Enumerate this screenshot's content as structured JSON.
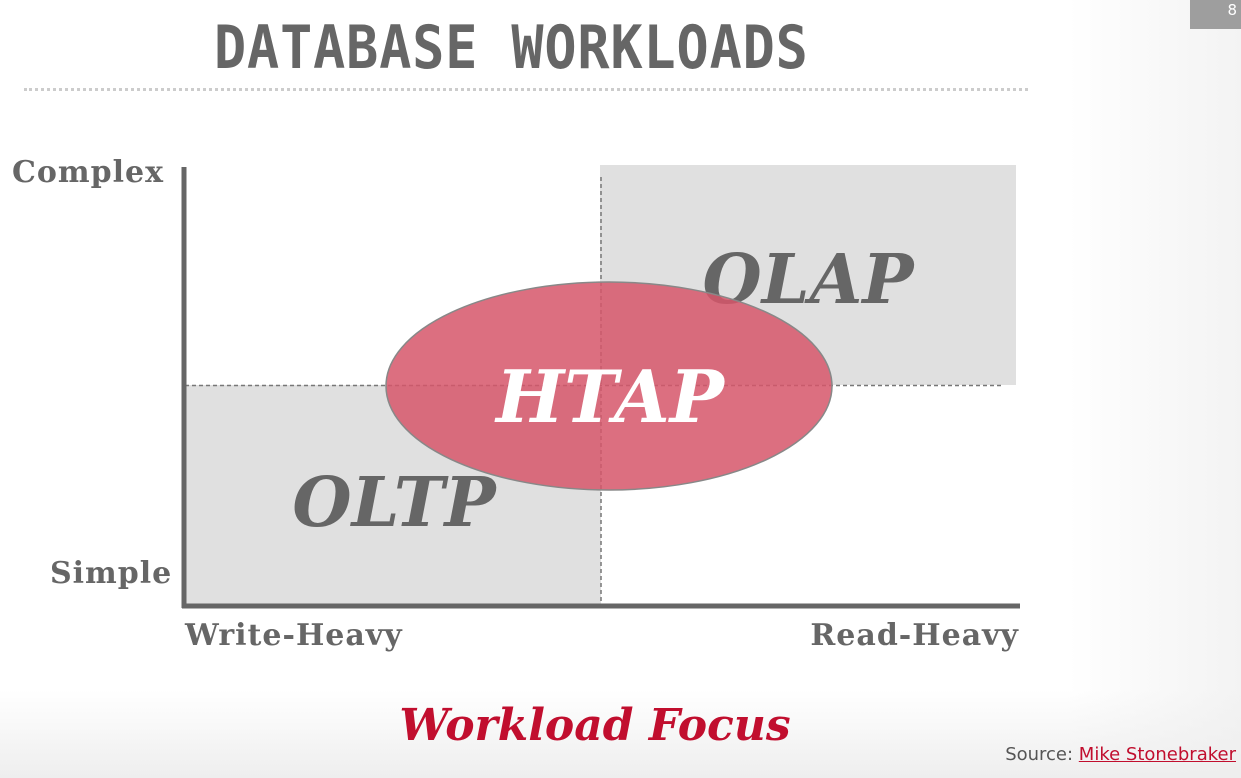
{
  "slide_number": "8",
  "title": "DATABASE WORKLOADS",
  "diagram": {
    "y_axis": {
      "top_label": "Complex",
      "bottom_label": "Simple"
    },
    "x_axis": {
      "left_label": "Write-Heavy",
      "right_label": "Read-Heavy"
    },
    "regions": {
      "oltp": "OLTP",
      "olap": "OLAP",
      "htap": "HTAP"
    },
    "colors": {
      "region_fill": "#e0e0e0",
      "region_text": "#666666",
      "htap_fill": "#d6566a",
      "htap_text": "#ffffff",
      "axis": "#666666"
    }
  },
  "footer": {
    "caption": "Workload Focus",
    "source_prefix": "Source: ",
    "source_link": "Mike Stonebraker"
  }
}
